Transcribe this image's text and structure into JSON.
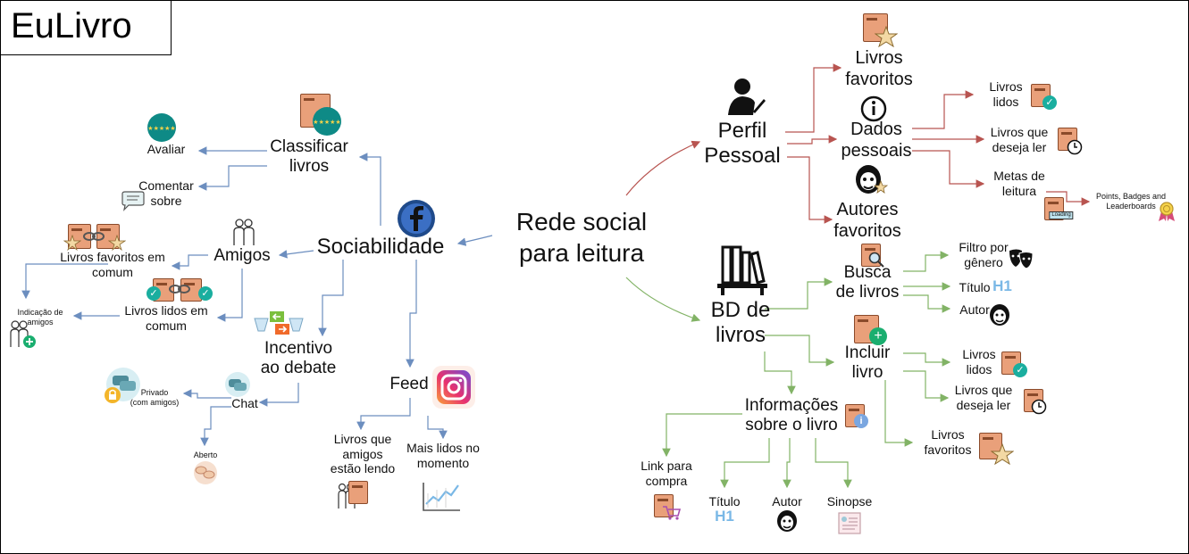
{
  "app_title": "EuLivro",
  "center": [
    "Rede social",
    "para leitura"
  ],
  "social": {
    "title": "Sociabilidade",
    "classificar": {
      "label": [
        "Classificar",
        "livros"
      ],
      "avaliar": "Avaliar",
      "comentar": [
        "Comentar",
        "sobre"
      ]
    },
    "amigos": {
      "label": "Amigos",
      "favoritos_comum": [
        "Livros favoritos em",
        "comum"
      ],
      "lidos_comum": [
        "Livros lidos em",
        "comum"
      ],
      "indicacao": [
        "Indicação de",
        "amigos"
      ]
    },
    "debate": {
      "label": [
        "Incentivo",
        "ao debate"
      ],
      "chat": "Chat",
      "privado": [
        "Privado",
        "(com amigos)"
      ],
      "aberto": "Aberto"
    },
    "feed": {
      "label": "Feed",
      "amigos_lendo": [
        "Livros que",
        "amigos",
        "estão lendo"
      ],
      "mais_lidos": [
        "Mais lidos no",
        "momento"
      ]
    }
  },
  "perfil": {
    "label": [
      "Perfil",
      "Pessoal"
    ],
    "livros_favoritos": [
      "Livros",
      "favoritos"
    ],
    "dados_pessoais": [
      "Dados",
      "pessoais"
    ],
    "autores_favoritos": [
      "Autores",
      "favoritos"
    ],
    "livros_lidos": [
      "Livros",
      "lidos"
    ],
    "livros_deseja": [
      "Livros que",
      "deseja ler"
    ],
    "metas": [
      "Metas de",
      "leitura"
    ],
    "points": [
      "Points, Badges and",
      "Leaderboards"
    ],
    "loading": "Loading"
  },
  "bd": {
    "label": [
      "BD de",
      "livros"
    ],
    "busca": [
      "Busca",
      "de livros"
    ],
    "filtro": [
      "Filtro por",
      "gênero"
    ],
    "titulo": "Título",
    "autor": "Autor",
    "incluir": [
      "Incluir",
      "livro"
    ],
    "livros_lidos": [
      "Livros",
      "lidos"
    ],
    "livros_deseja": [
      "Livros que",
      "deseja ler"
    ],
    "livros_favoritos": [
      "Livros",
      "favoritos"
    ],
    "info": [
      "Informações",
      "sobre o livro"
    ],
    "link_compra": [
      "Link para",
      "compra"
    ],
    "info_titulo": "Título",
    "info_autor": "Autor",
    "sinopse": "Sinopse"
  },
  "icons": [
    "book-star-icon",
    "info-icon",
    "person-pen-icon",
    "shakespeare-icon",
    "book-check-icon",
    "book-clock-icon",
    "medal-icon",
    "bookshelf-icon",
    "magnifier-book-icon",
    "theater-masks-icon",
    "h1-icon",
    "book-plus-icon",
    "book-info-icon",
    "book-cart-icon",
    "document-icon",
    "facebook-icon",
    "instagram-icon",
    "chart-icon",
    "chat-bubbles-icon",
    "lock-icon",
    "friends-icon",
    "stars-rating-icon",
    "comment-icon",
    "swap-arrows-icon"
  ],
  "colors": {
    "red_edge": "#b85450",
    "green_edge": "#82b366",
    "blue_edge": "#6c8ebf",
    "teal": "#0e8a86"
  }
}
